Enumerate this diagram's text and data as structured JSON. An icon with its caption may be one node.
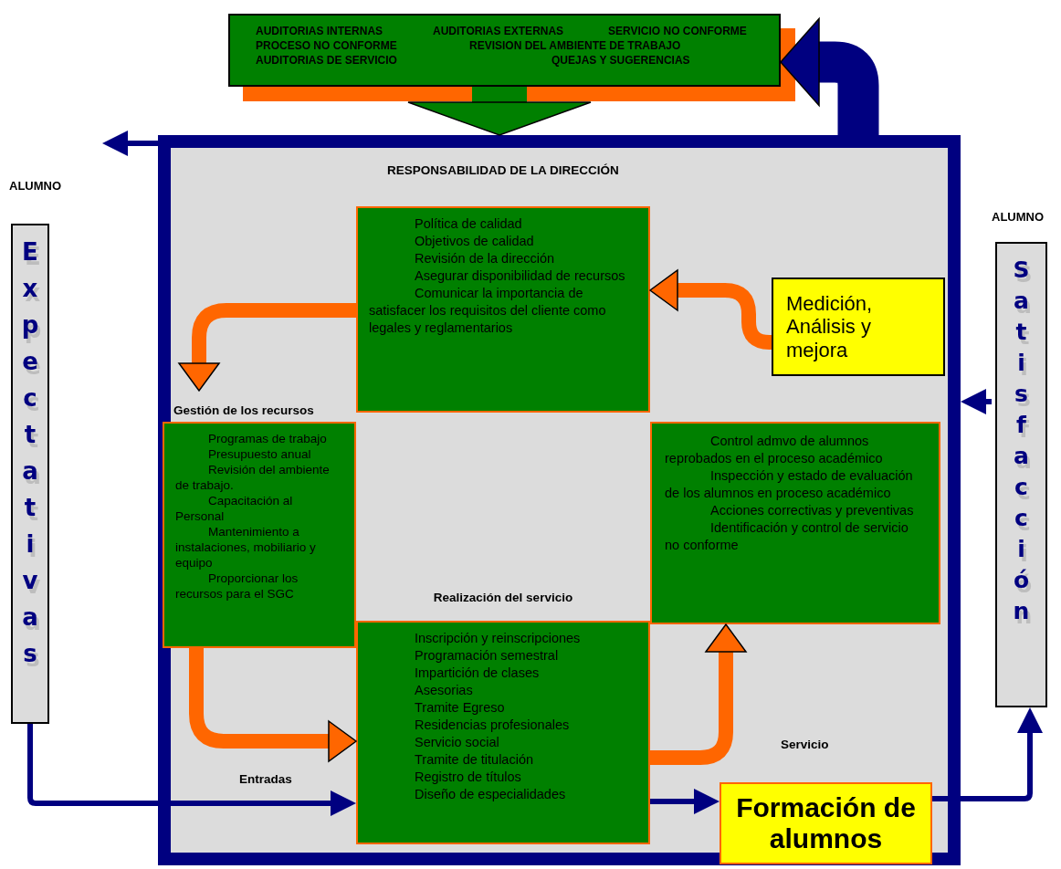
{
  "diagram": {
    "nodes": [
      {
        "text": [
          "AUDITORIAS INTERNAS",
          "AUDITORIAS EXTERNAS",
          "SERVICIO NO CONFORME",
          "PROCESO NO CONFORME",
          "REVISION DEL AMBIENTE DE TRABAJO",
          "AUDITORIAS DE SERVICIO",
          "QUEJAS Y SUGERENCIAS"
        ]
      },
      {
        "text": [],
        "shape": "box"
      },
      {
        "text": [
          "RESPONSABILIDAD DE LA DIRECCIÓN",
          "Política de calidad",
          "Objetivos de calidad",
          "Revisión de la dirección",
          "Asegurar disponibilidad de recursos",
          "Comunicar la importancia de satisfacer los requisitos del cliente como legales y reglamentarios"
        ],
        "in": 1
      },
      {
        "text": [
          "Medición, Análisis y mejora"
        ],
        "in": 1
      },
      {
        "text": [
          "Gestión de los recursos",
          "Programas de trabajo",
          "Presupuesto anual",
          "Revisión del ambiente de trabajo.",
          "Capacitación al Personal",
          "Mantenimiento a instalaciones, mobiliario y equipo",
          "Proporcionar los recursos para el SGC"
        ],
        "in": 1
      },
      {
        "text": [
          "Control admvo de alumnos reprobados en el proceso académico",
          "Inspección y estado de evaluación de los alumnos en proceso académico",
          "Acciones correctivas y preventivas",
          "Identificación y control de servicio no conforme"
        ],
        "in": 1
      },
      {
        "text": [
          "Realización del servicio",
          "Inscripción y reinscripciones",
          "Programación semestral",
          "Impartición de clases",
          "Asesorias",
          "Tramite Egreso",
          "Residencias profesionales",
          "Servicio social",
          "Tramite de titulación",
          "Registro de títulos",
          "Diseño de especialidades"
        ],
        "in": 1
      },
      {
        "text": [
          "Formación de alumnos"
        ],
        "beside": [
          "Servicio"
        ],
        "in": 1
      },
      {
        "text": [
          "ALUMNO",
          "Expectativas"
        ]
      },
      {
        "text": [
          "ALUMNO",
          "Satisfacción"
        ]
      }
    ],
    "edges": [
      {
        "from": 0,
        "to": 1,
        "arrow": "to",
        "style": "thick",
        "color": "#008000"
      },
      {
        "from": 2,
        "to": 4,
        "arrow": "to",
        "color": "#ff6600"
      },
      {
        "from": 4,
        "to": 6,
        "arrow": "to",
        "color": "#ff6600"
      },
      {
        "from": 6,
        "to": 5,
        "arrow": "to",
        "color": "#ff6600"
      },
      {
        "from": 3,
        "to": 2,
        "arrow": "to",
        "color": "#ff6600"
      },
      {
        "from": 1,
        "to": 0,
        "arrow": "to",
        "style": "thick",
        "color": "#000080"
      },
      {
        "from": 8,
        "to": 6,
        "arrow": "to",
        "label": "Entradas",
        "color": "#000080"
      },
      {
        "from": 6,
        "to": 7,
        "arrow": "to",
        "color": "#000080"
      },
      {
        "from": 7,
        "to": 9,
        "arrow": "to",
        "color": "#000080"
      },
      {
        "from": 9,
        "to": 1,
        "arrow": "to",
        "color": "#000080"
      },
      {
        "from": 1,
        "to": null,
        "arrow": "to",
        "color": "#000080"
      }
    ]
  }
}
